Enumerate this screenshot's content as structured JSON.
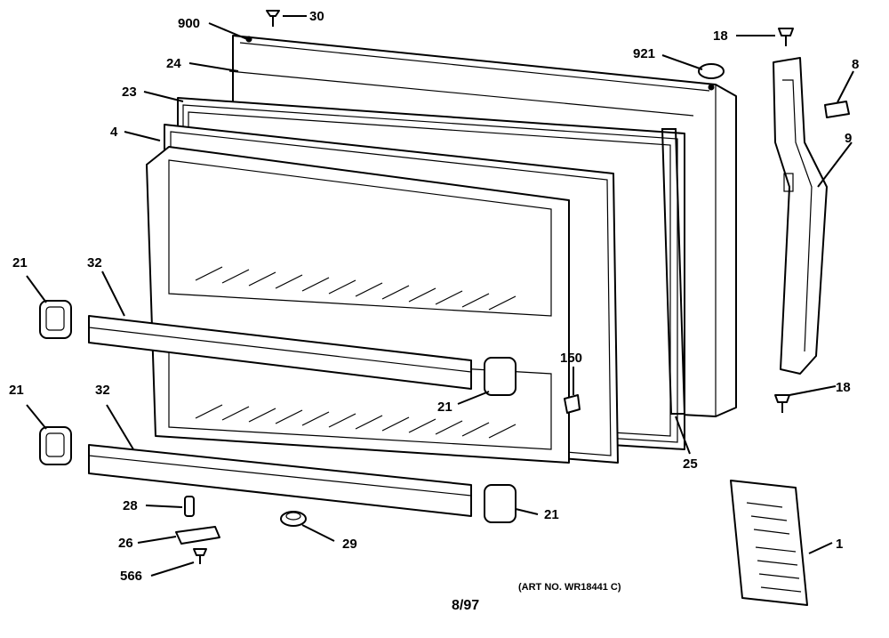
{
  "labels": {
    "l900": "900",
    "l30": "30",
    "l24": "24",
    "l23": "23",
    "l4": "4",
    "l921": "921",
    "l18a": "18",
    "l8": "8",
    "l9": "9",
    "l21a": "21",
    "l32a": "32",
    "l21b": "21",
    "l32b": "32",
    "l150": "150",
    "l21c": "21",
    "l18b": "18",
    "l25": "25",
    "l28": "28",
    "l26": "26",
    "l566": "566",
    "l29": "29",
    "l21d": "21",
    "l1": "1"
  },
  "footer": {
    "art_no": "(ART NO. WR18441 C)",
    "date": "8/97"
  }
}
